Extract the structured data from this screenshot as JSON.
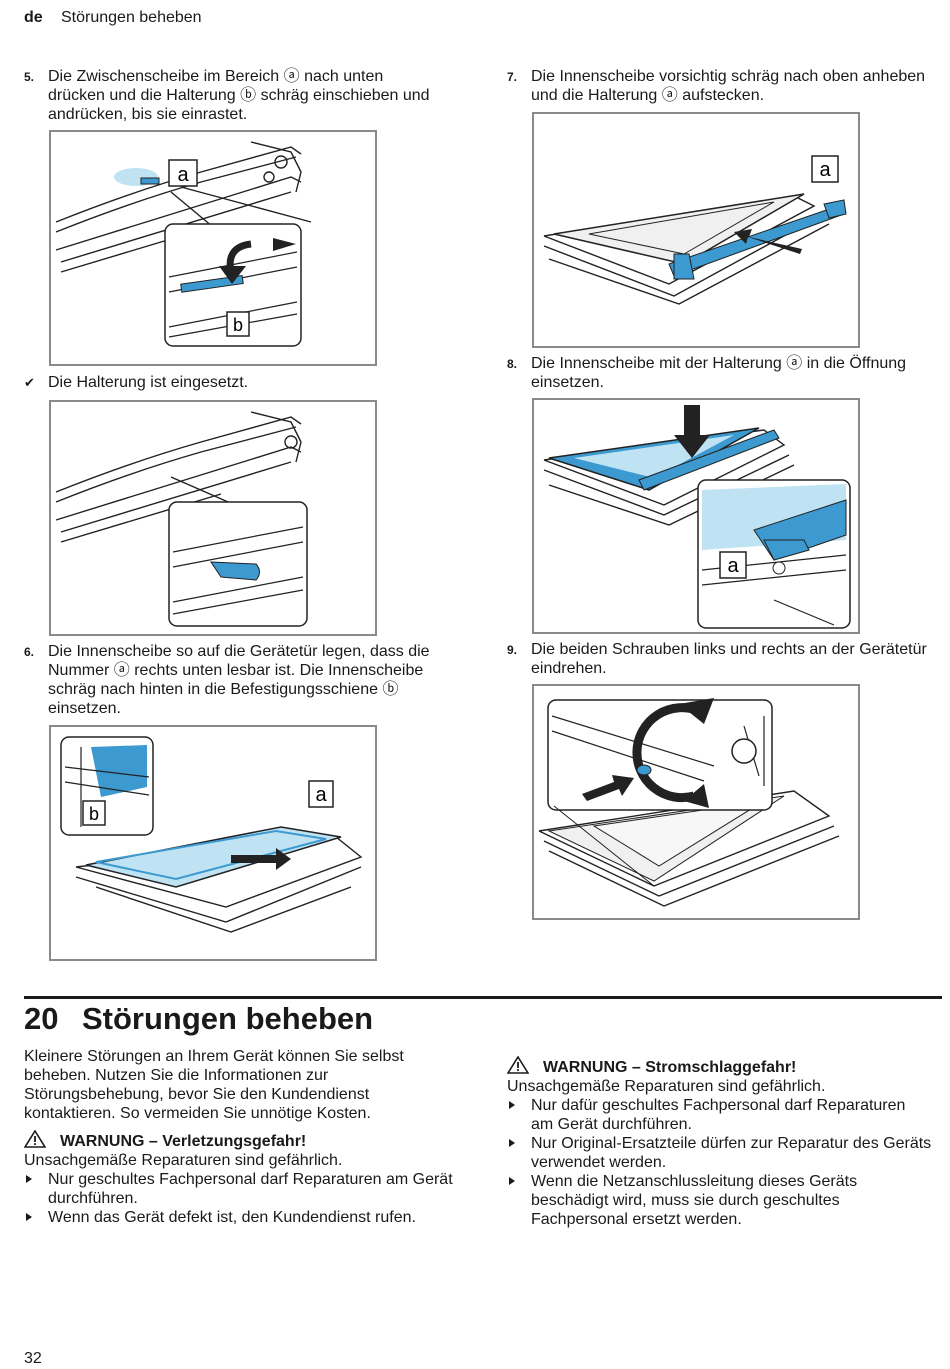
{
  "header": {
    "lang": "de",
    "title": "Störungen beheben"
  },
  "steps": {
    "s5": {
      "num": "5.",
      "text": "Die Zwischenscheibe im Bereich ⓐ nach unten drücken und die Halterung ⓑ schräg einschieben und andrücken, bis sie einrastet."
    },
    "s5_result": "Die Halterung ist eingesetzt.",
    "s6": {
      "num": "6.",
      "text": "Die Innenscheibe so auf die Gerätetür legen, dass die Nummer ⓐ rechts unten lesbar ist. Die Innenscheibe schräg nach hinten in die Befestigungsschiene ⓑ einsetzen."
    },
    "s7": {
      "num": "7.",
      "text": "Die Innenscheibe vorsichtig schräg nach oben anheben und die Halterung ⓐ aufstecken."
    },
    "s8": {
      "num": "8.",
      "text": "Die Innenscheibe mit der Halterung ⓐ in die Öffnung einsetzen."
    },
    "s9": {
      "num": "9.",
      "text": "Die beiden Schrauben links und rechts an der Gerätetür eindrehen."
    }
  },
  "figure_labels": {
    "a": "a",
    "b": "b"
  },
  "section": {
    "number": "20",
    "title": "Störungen beheben",
    "intro": "Kleinere Störungen an Ihrem Gerät können Sie selbst beheben. Nutzen Sie die Informationen zur Störungsbehebung, bevor Sie den Kundendienst kontaktieren. So vermeiden Sie unnötige Kosten.",
    "warning1": {
      "title": "WARNUNG – Verletzungsgefahr!",
      "text": "Unsachgemäße Reparaturen sind gefährlich.",
      "bullets": [
        "Nur geschultes Fachpersonal darf Reparaturen am Gerät durchführen.",
        "Wenn das Gerät defekt ist, den Kundendienst rufen."
      ]
    },
    "warning2": {
      "title": "WARNUNG – Stromschlaggefahr!",
      "text": "Unsachgemäße Reparaturen sind gefährlich.",
      "bullets": [
        "Nur dafür geschultes Fachpersonal darf Reparaturen am Gerät durchführen.",
        "Nur Original-Ersatzteile dürfen zur Reparatur des Geräts verwendet werden.",
        "Wenn die Netzanschlussleitung dieses Geräts beschädigt wird, muss sie durch geschultes Fachpersonal ersetzt werden."
      ]
    }
  },
  "footer": {
    "page_number": "32"
  },
  "colors": {
    "accent_blue": "#3d9ad1",
    "light_blue": "#bfe3f3",
    "frame_gray": "#8a8a8a"
  }
}
